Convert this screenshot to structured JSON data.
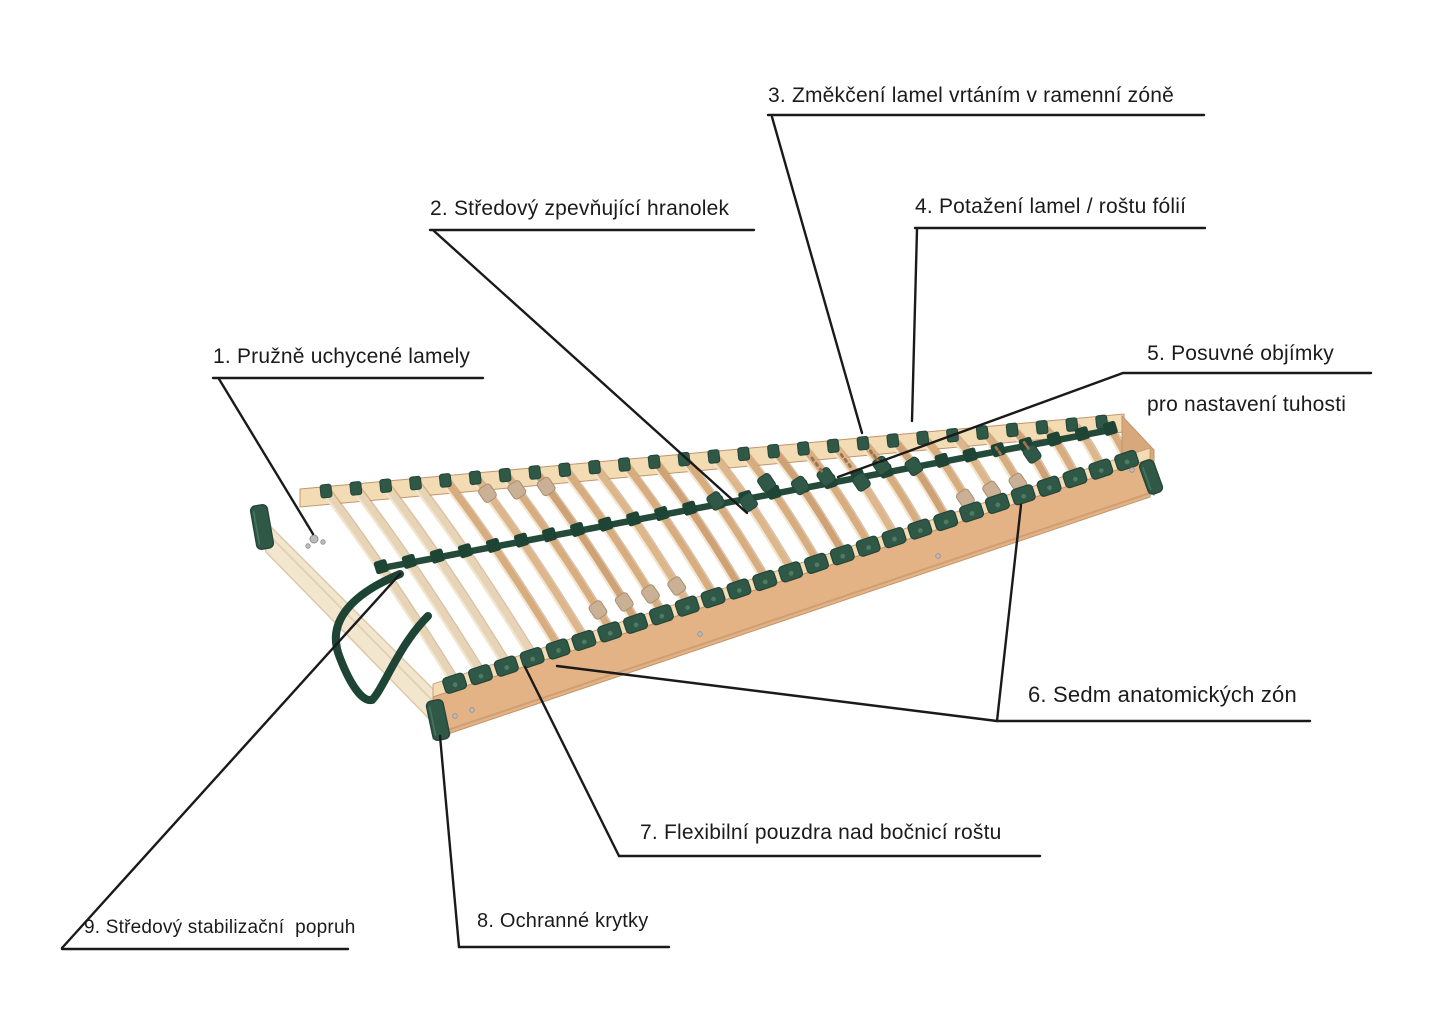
{
  "diagram": {
    "type": "annotated-product-diagram",
    "background": "#ffffff",
    "annotation_line_color": "#1a1a1a",
    "text_color": "#1b1b1b",
    "labels": [
      {
        "num": "1",
        "text": "1. Pružně uchycené lamely"
      },
      {
        "num": "2",
        "text": "2. Středový zpevňující hranolek"
      },
      {
        "num": "3",
        "text": "3. Změkčení lamel vrtáním v ramenní zóně"
      },
      {
        "num": "4",
        "text": "4. Potažení lamel / roštu fólií"
      },
      {
        "num": "5",
        "text": "5. Posuvné objímky",
        "text2": "pro nastavení tuhosti"
      },
      {
        "num": "6",
        "text": "6. Sedm anatomických zón"
      },
      {
        "num": "7",
        "text": "7. Flexibilní pouzdra nad bočnicí roštu"
      },
      {
        "num": "8",
        "text": "8. Ochranné krytky"
      },
      {
        "num": "9",
        "text": "9. Středový stabilizační  popruh"
      }
    ],
    "slat_count": 27,
    "colors": {
      "wood_slat": "#d7ac7e",
      "wood_slat_alt": "#ddb68b",
      "wood_slat_dark": "#cfa276",
      "wood_slat_pale": "#e7d4b6",
      "slat_edge_light": "#f1e5cd",
      "slat_edge_dark": "#bf9568",
      "frame_top": "#f3dbb3",
      "frame_face": "#e3b285",
      "frame_side": "#d6a87c",
      "frame_edge": "#c3946a",
      "head_rail": "#f3e6cf",
      "head_rail_edge": "#ddc9a8",
      "plastic_green": "#2f5847",
      "plastic_green_dark": "#23453a",
      "plastic_green_light": "#4e7b63",
      "strap_green": "#1d4434",
      "sleeve_beige": "#cab094",
      "sleeve_beige_edge": "#a98f72",
      "drill_mark": "#9a7451",
      "screw": "#bcbcbc",
      "screw_edge": "#8f8f8f"
    }
  }
}
